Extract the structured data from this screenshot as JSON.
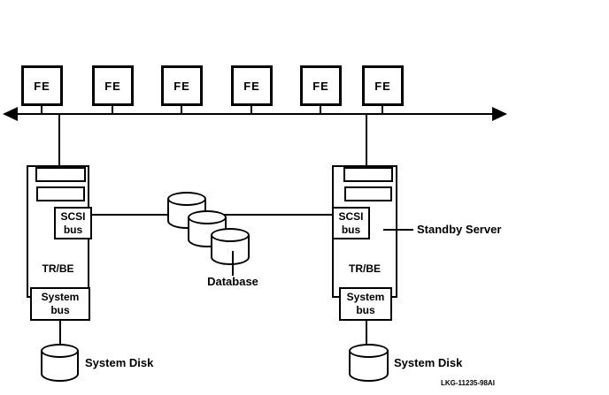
{
  "diagram": {
    "description": "Availability configuration: front-end nodes on a network bus with primary and standby servers sharing a database",
    "fe_label": "FE",
    "fe_count": 6,
    "left_server": {
      "scsi_label": [
        "SCSI",
        "bus"
      ],
      "interconnect_label": "TR/BE",
      "system_bus_label": [
        "System",
        "bus"
      ],
      "disk_label": "System Disk"
    },
    "right_server": {
      "scsi_label": [
        "SCSI",
        "bus"
      ],
      "interconnect_label": "TR/BE",
      "system_bus_label": [
        "System",
        "bus"
      ],
      "disk_label": "System Disk",
      "callout": "Standby Server"
    },
    "database_label": "Database",
    "caption": "LKG-11235-98AI",
    "colors": {
      "line": "#000000",
      "background": "#ffffff"
    }
  }
}
